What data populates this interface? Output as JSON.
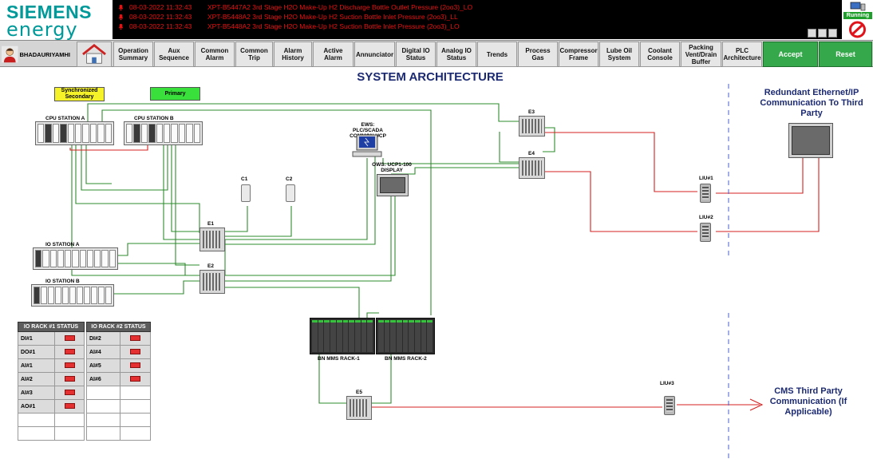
{
  "header": {
    "brand_line1": "SIEMENS",
    "brand_line2": "energy",
    "alarms": [
      {
        "time": "08-03-2022 11:32:43",
        "text": "XPT-B5447A2 3rd Stage H2O Make-Up H2 Discharge Bottle Outlet Pressure (2oo3)_LO"
      },
      {
        "time": "08-03-2022 11:32:43",
        "text": "XPT-B5448A2 3rd Stage H2O Make-Up H2 Suction Bottle Inlet Pressure (2oo3)_LL"
      },
      {
        "time": "08-03-2022 11:32:43",
        "text": "XPT-B5448A2 3rd Stage H2O Make-Up H2 Suction Bottle Inlet Pressure (2oo3)_LO"
      }
    ],
    "status": "Running"
  },
  "toolbar": {
    "user": "BHADAURIYAMHI",
    "buttons": [
      "Operation Summary",
      "Aux Sequence",
      "Common Alarm",
      "Common Trip",
      "Alarm History",
      "Active Alarm",
      "Annunciator",
      "Digital IO Status",
      "Analog IO Status",
      "Trends",
      "Process Gas",
      "Compressor Frame",
      "Lube Oil System",
      "Coolant Console",
      "Packing Vent/Drain Buffer",
      "PLC Architecture"
    ],
    "accept": "Accept",
    "reset": "Reset"
  },
  "page": {
    "title": "SYSTEM ARCHITECTURE",
    "tag_secondary": "Synchronized Secondary",
    "tag_primary": "Primary",
    "cpu_a": "CPU STATION A",
    "cpu_b": "CPU STATION B",
    "io_a": "IO STATION A",
    "io_b": "IO STATION B",
    "ews": "EWS: PLC/SCADA COMMON UCP",
    "ows": "OWS: UCP1-100 DISPLAY",
    "c1": "C1",
    "c2": "C2",
    "e1": "E1",
    "e2": "E2",
    "e3": "E3",
    "e4": "E4",
    "e5": "E5",
    "liu1": "LIU#1",
    "liu2": "LIU#2",
    "liu3": "LIU#3",
    "bn1": "BN MMS RACK-1",
    "bn2": "BN MMS RACK-2",
    "redundant_note": "Redundant Ethernet/IP Communication To Third Party",
    "cms_note": "CMS Third Party Communication (If Applicable)"
  },
  "rack1": {
    "header": "IO RACK #1 STATUS",
    "items": [
      "DI#1",
      "DO#1",
      "AI#1",
      "AI#2",
      "AI#3",
      "AO#1"
    ]
  },
  "rack2": {
    "header": "IO RACK #2 STATUS",
    "items": [
      "DI#2",
      "AI#4",
      "AI#5",
      "AI#6"
    ]
  },
  "colors": {
    "green_wire": "#2e8b2e",
    "red_wire": "#d42020",
    "title_blue": "#1c2a72",
    "status_red": "#e43030"
  }
}
